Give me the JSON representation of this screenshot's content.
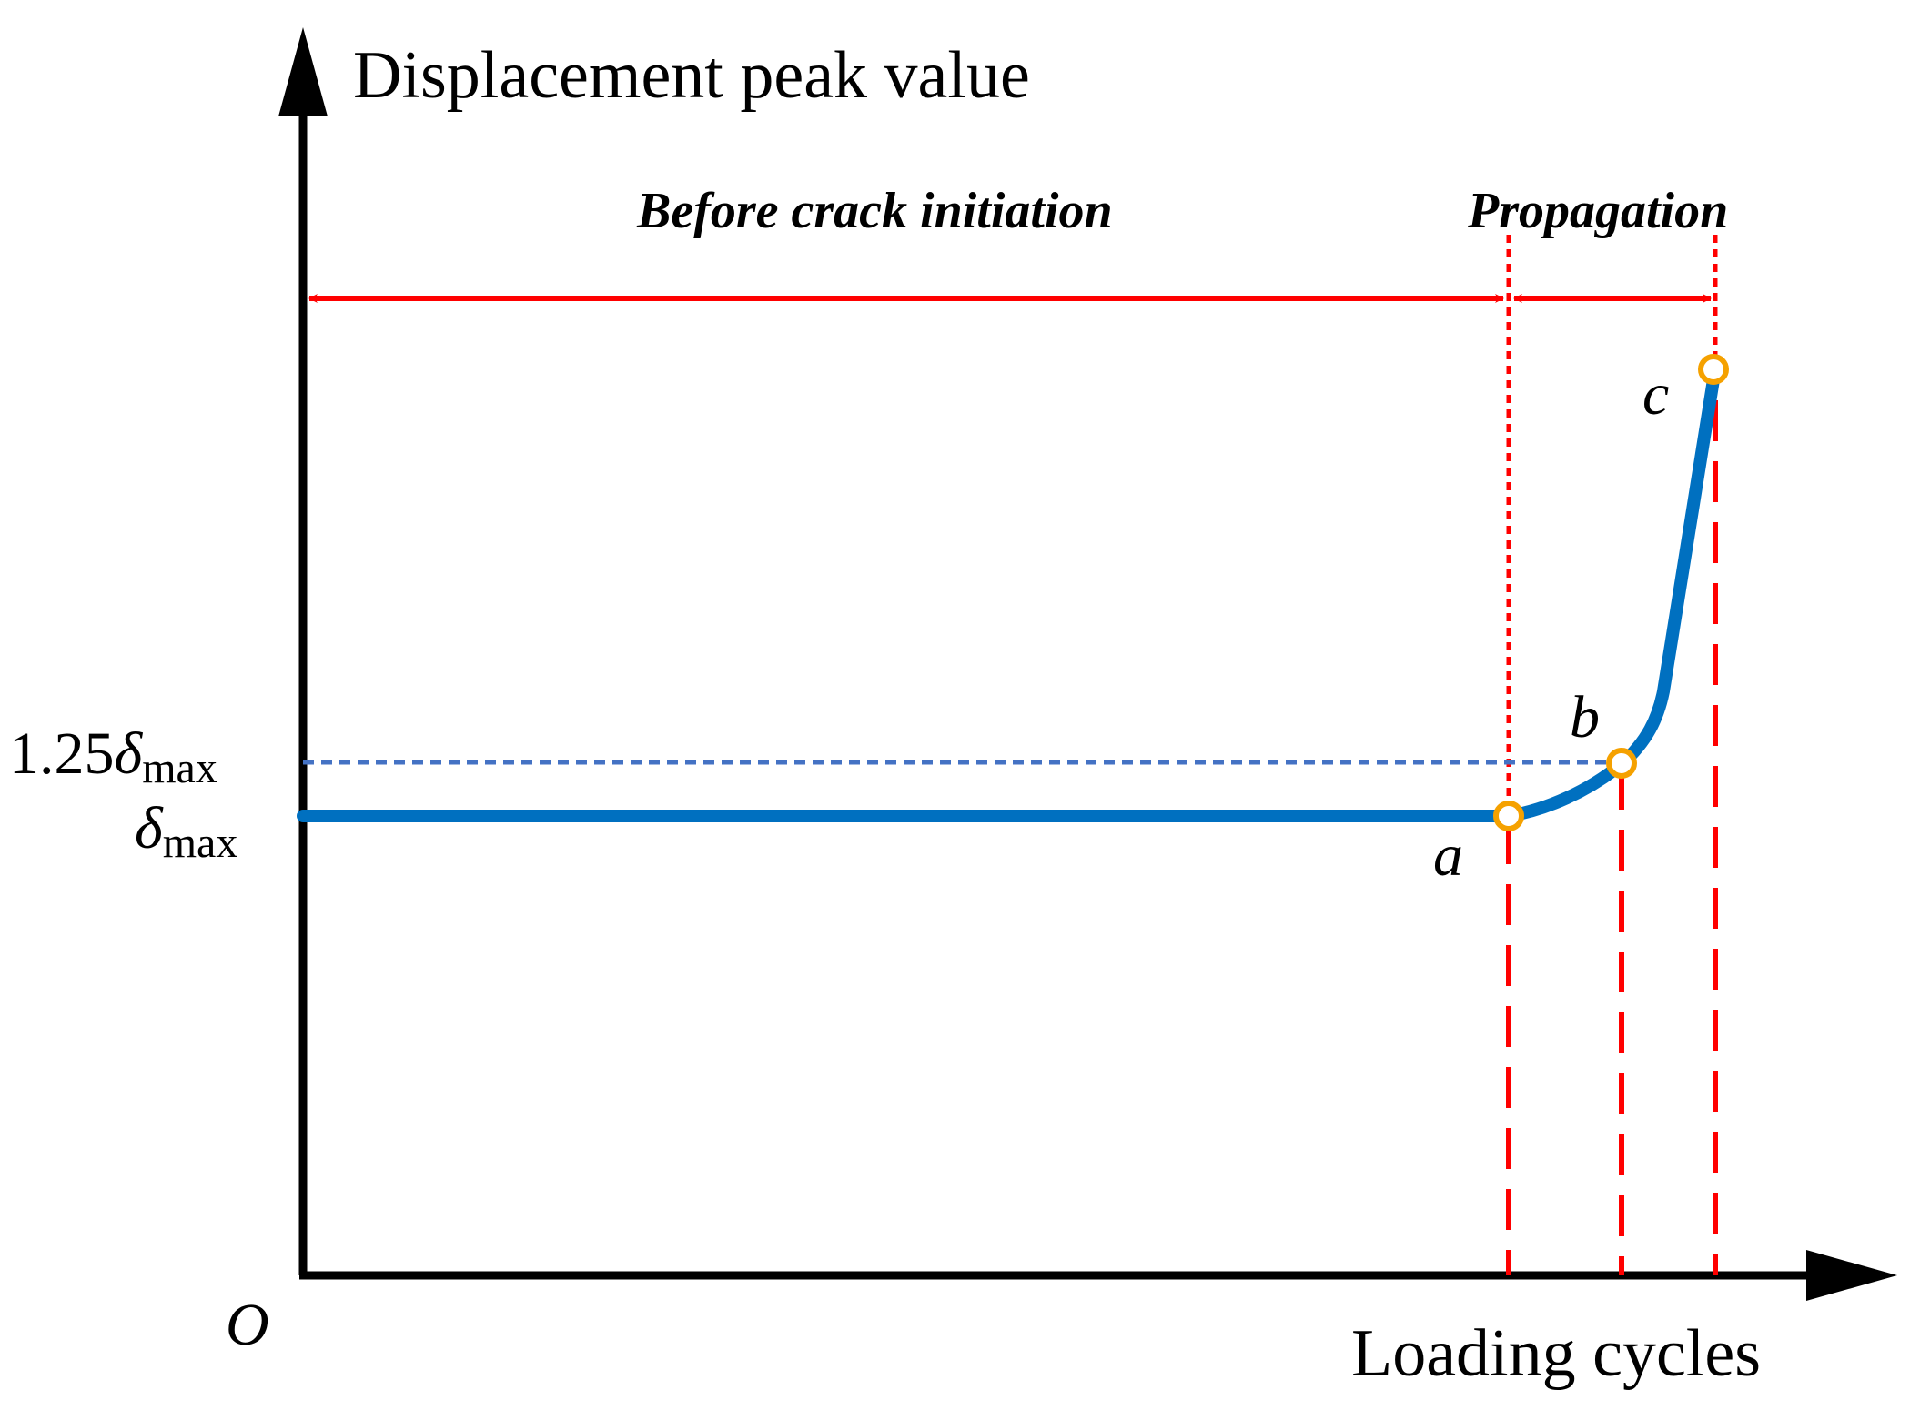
{
  "axes": {
    "y_title": "Displacement peak value",
    "x_title": "Loading cycles",
    "origin": "O"
  },
  "phases": {
    "before": "Before crack initiation",
    "propagation": "Propagation"
  },
  "y_ticks": {
    "upper_coef": "1.25",
    "delta_symbol": "δ",
    "subscript": "max"
  },
  "points": {
    "a": "a",
    "b": "b",
    "c": "c"
  },
  "colors": {
    "curve": "#0070c0",
    "threshold_line": "#4472c4",
    "markers": "#f5a100",
    "guides": "#ff0000",
    "axes": "#000000"
  }
}
